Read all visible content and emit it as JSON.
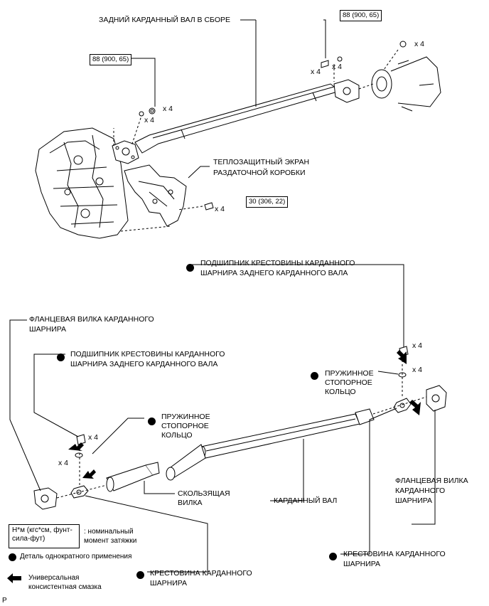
{
  "labels": {
    "rear_shaft_assembly": "ЗАДНИЙ КАРДАННЫЙ ВАЛ В СБОРЕ",
    "heat_shield_1": "ТЕПЛОЗАЩИТНЫЙ ЭКРАН",
    "heat_shield_2": "РАЗДАТОЧНОЙ КОРОБКИ",
    "bearing_top_1": "ПОДШИПНИК КРЕСТОВИНЫ КАРДАННОГО",
    "bearing_top_2": "ШАРНИРА ЗАДНЕГО КАРДАННОГО ВАЛА",
    "flange_yoke_left_1": "ФЛАНЦЕВАЯ ВИЛКА КАРДАННОГО",
    "flange_yoke_left_2": "ШАРНИРА",
    "bearing_left_1": "ПОДШИПНИК КРЕСТОВИНЫ КАРДАННОГО",
    "bearing_left_2": "ШАРНИРА ЗАДНЕГО КАРДАННОГО ВАЛА",
    "snap_ring_right_1": "ПРУЖИННОЕ",
    "snap_ring_right_2": "СТОПОРНОЕ",
    "snap_ring_right_3": "КОЛЬЦО",
    "snap_ring_left_1": "ПРУЖИННОЕ",
    "snap_ring_left_2": "СТОПОРНОЕ",
    "snap_ring_left_3": "КОЛЬЦО",
    "slip_yoke_1": "СКОЛЬЗЯЩАЯ",
    "slip_yoke_2": "ВИЛКА",
    "propeller_shaft": "КАРДАННЫЙ ВАЛ",
    "flange_yoke_right_1": "ФЛАНЦЕВАЯ ВИЛКА",
    "flange_yoke_right_2": "КАРДАННОГО",
    "flange_yoke_right_3": "ШАРНИРА",
    "spider_right_1": "КРЕСТОВИНА КАРДАННОГО",
    "spider_right_2": "ШАРНИРА",
    "spider_left_1": "КРЕСТОВИНА КАРДАННОГО",
    "spider_left_2": "ШАРНИРА"
  },
  "torques": {
    "top_right": "88 (900, 65)",
    "top_left": "88 (900, 65)",
    "shield": "30 (306, 22)"
  },
  "quantities": {
    "q_top_right_nut": "x 4",
    "q_bolt_right_a": "x 4",
    "q_bolt_right_b": "x 4",
    "q_left_washer": "x 4",
    "q_left_nut": "x 4",
    "q_shield_bolt": "x 4",
    "q_bearing_top": "x 4",
    "q_ring_top": "x 4",
    "q_bearing_left": "x 4",
    "q_ring_left": "x 4"
  },
  "legend": {
    "torque_unit_1": "Н*м (кгс*см, фунт-",
    "torque_unit_2": "сила-фут)",
    "torque_desc_1": ": номинальный",
    "torque_desc_2": "момент затяжки",
    "single_use": "Деталь однократного применения",
    "grease_1": "Универсальная",
    "grease_2": "консистентная смазка"
  },
  "corner_mark": "P",
  "colors": {
    "ink": "#000000",
    "paper": "#ffffff"
  }
}
